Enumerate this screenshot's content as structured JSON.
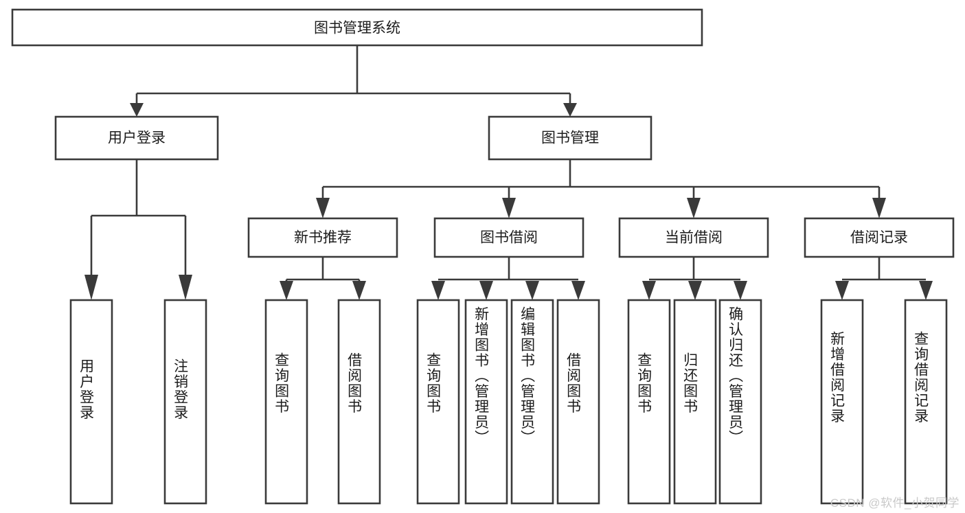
{
  "diagram": {
    "type": "tree-hierarchy-chart",
    "title": "图书管理系统",
    "watermark": "CSDN @软件_小贺同学",
    "colors": {
      "stroke": "#3a3a3a",
      "fill": "#ffffff",
      "text": "#1c1c1c",
      "watermark": "#c9c9c9"
    },
    "levels": {
      "root": {
        "label": "图书管理系统"
      },
      "level2": [
        {
          "id": "user-login",
          "label": "用户登录"
        },
        {
          "id": "book-management",
          "label": "图书管理"
        }
      ],
      "level3": [
        {
          "id": "new-book-recommend",
          "label": "新书推荐",
          "parent": "book-management"
        },
        {
          "id": "book-borrow",
          "label": "图书借阅",
          "parent": "book-management"
        },
        {
          "id": "current-borrow",
          "label": "当前借阅",
          "parent": "book-management"
        },
        {
          "id": "borrow-record",
          "label": "借阅记录",
          "parent": "book-management"
        }
      ],
      "leaves": [
        {
          "id": "leaf-user-login",
          "label": "用户登录",
          "parent": "user-login"
        },
        {
          "id": "leaf-logout-login",
          "label": "注销登录",
          "parent": "user-login"
        },
        {
          "id": "leaf-query-book-1",
          "label": "查询图书",
          "parent": "new-book-recommend"
        },
        {
          "id": "leaf-borrow-book-1",
          "label": "借阅图书",
          "parent": "new-book-recommend"
        },
        {
          "id": "leaf-query-book-2",
          "label": "查询图书",
          "parent": "book-borrow"
        },
        {
          "id": "leaf-add-book-admin",
          "label": "新增图书（管理员）",
          "parent": "book-borrow"
        },
        {
          "id": "leaf-edit-book-admin",
          "label": "编辑图书（管理员）",
          "parent": "book-borrow"
        },
        {
          "id": "leaf-borrow-book-2",
          "label": "借阅图书",
          "parent": "book-borrow"
        },
        {
          "id": "leaf-query-book-3",
          "label": "查询图书",
          "parent": "current-borrow"
        },
        {
          "id": "leaf-return-book",
          "label": "归还图书",
          "parent": "current-borrow"
        },
        {
          "id": "leaf-confirm-return-admin",
          "label": "确认归还（管理员）",
          "parent": "current-borrow"
        },
        {
          "id": "leaf-add-borrow-record",
          "label": "新增借阅记录",
          "parent": "borrow-record"
        },
        {
          "id": "leaf-query-borrow-record",
          "label": "查询借阅记录",
          "parent": "borrow-record"
        }
      ]
    }
  }
}
